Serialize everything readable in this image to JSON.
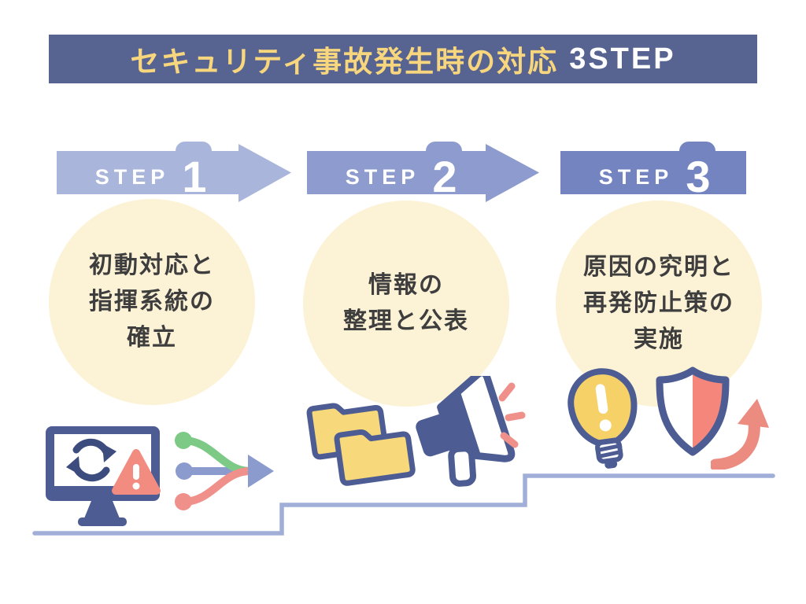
{
  "title": {
    "main": "セキュリティ事故発生時の対応",
    "suffix": "3STEP"
  },
  "steps": [
    {
      "label": "STEP",
      "number": "1",
      "lines": [
        "初動対応と",
        "指揮系統の",
        "確立"
      ],
      "icons": [
        "monitor-sync-alert-icon",
        "merge-arrow-icon"
      ]
    },
    {
      "label": "STEP",
      "number": "2",
      "lines": [
        "情報の",
        "整理と公表"
      ],
      "icons": [
        "folders-icon",
        "megaphone-icon"
      ]
    },
    {
      "label": "STEP",
      "number": "3",
      "lines": [
        "原因の究明と",
        "再発防止策の",
        "実施"
      ],
      "icons": [
        "lightbulb-alert-icon",
        "shield-icon",
        "growth-arrow-icon"
      ]
    }
  ],
  "colors": {
    "banner_bg": "#576390",
    "banner_text_main": "#f7d67e",
    "banner_text_suffix": "#ffffff",
    "step1_arrow": "#a9b5da",
    "step2_arrow": "#8d9bce",
    "step3_arrow": "#7384c0",
    "circle_bg": "#fcf2d5",
    "circle_text": "#3e3e3e",
    "icon_navy": "#4d5d94",
    "icon_dark_navy": "#3c4c7e",
    "icon_salmon": "#f28b80",
    "icon_green": "#7cca86",
    "icon_yellow_folder": "#f7d87a",
    "icon_yellow_bulb": "#f5d168",
    "stair_line": "#a0aed8"
  }
}
